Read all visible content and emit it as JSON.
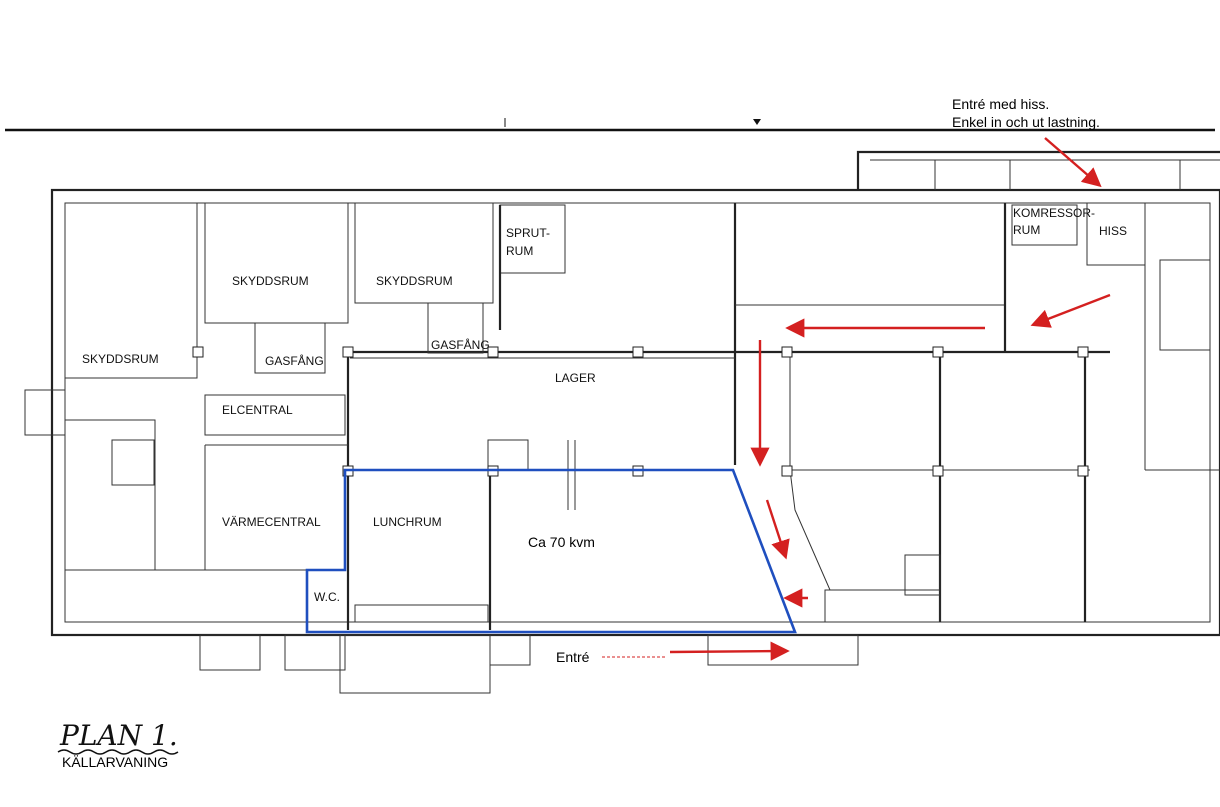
{
  "title": {
    "plan": "PLAN 1.",
    "subtitle": "KÄLLARVANING"
  },
  "annotations": {
    "elevator_entry_line1": "Entré med hiss.",
    "elevator_entry_line2": "Enkel in och ut lastning.",
    "area": "Ca 70 kvm",
    "entry": "Entré"
  },
  "rooms": {
    "skyddsrum_1": "SKYDDSRUM",
    "skyddsrum_2": "SKYDDSRUM",
    "skyddsrum_3": "SKYDDSRUM",
    "sprutrum_1": "SPRUT-",
    "sprutrum_2": "RUM",
    "gasfang_1": "GASFÅNG",
    "gasfang_2": "GASFÅNG",
    "elcentral": "ELCENTRAL",
    "lager": "LAGER",
    "varmecentral": "VÄRMECENTRAL",
    "lunchrum": "LUNCHRUM",
    "wc": "W.C.",
    "kompressor_1": "KOMRESSOR-",
    "kompressor_2": "RUM",
    "hiss": "HISS"
  },
  "colors": {
    "highlight": "#1f4fbf",
    "arrows": "#d42020"
  }
}
